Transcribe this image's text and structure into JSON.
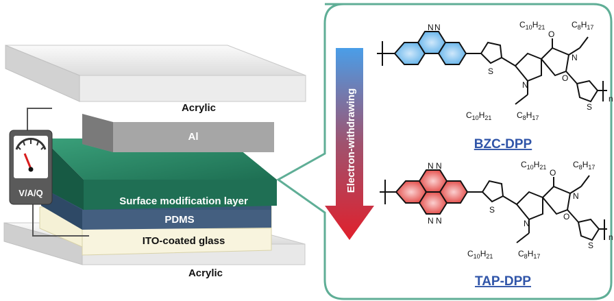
{
  "device": {
    "top_plate_label": "Acrylic",
    "electrode_label": "Al",
    "surface_layer_label": "Surface modification layer",
    "pdms_label": "PDMS",
    "ito_label": "ITO-coated glass",
    "bottom_plate_label": "Acrylic",
    "meter_label": "V/A/Q"
  },
  "arrow": {
    "label": "Electron-withdrawing"
  },
  "molecules": {
    "top_name": "BZC-DPP",
    "bottom_name": "TAP-DPP",
    "top_color": "#4aa8e8",
    "bottom_color": "#e0302c",
    "subscript_n": "n",
    "n_atom": "N",
    "s_atom": "S",
    "o_atom": "O",
    "alkyl_c10": "C",
    "alkyl_c10_sub": "10",
    "alkyl_h21": "H",
    "alkyl_h21_sub": "21",
    "alkyl_c8": "C",
    "alkyl_c8_sub": "8",
    "alkyl_h17": "H",
    "alkyl_h17_sub": "17"
  },
  "colors": {
    "frame": "#5fae96",
    "surface_layer": "#1f7a5e",
    "pdms": "#3f5f7e",
    "ito": "#f5f1d6",
    "electrode": "#9a9a9a"
  }
}
